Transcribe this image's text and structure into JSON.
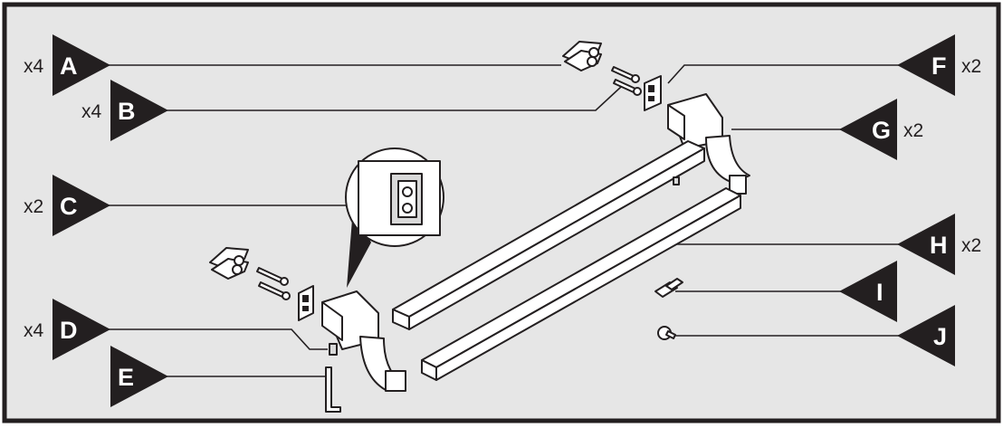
{
  "diagram": {
    "colors": {
      "frame": "#231f20",
      "background": "#e6e6e6",
      "marker": "#231f20",
      "text": "#231f20",
      "part_fill": "#ffffff"
    },
    "callouts": [
      {
        "letter": "A",
        "qty": "x4",
        "side": "left"
      },
      {
        "letter": "B",
        "qty": "x4",
        "side": "left"
      },
      {
        "letter": "C",
        "qty": "x2",
        "side": "left"
      },
      {
        "letter": "D",
        "qty": "x4",
        "side": "left"
      },
      {
        "letter": "E",
        "qty": "",
        "side": "left"
      },
      {
        "letter": "F",
        "qty": "x2",
        "side": "right"
      },
      {
        "letter": "G",
        "qty": "x2",
        "side": "right"
      },
      {
        "letter": "H",
        "qty": "x2",
        "side": "right"
      },
      {
        "letter": "I",
        "qty": "",
        "side": "right"
      },
      {
        "letter": "J",
        "qty": "",
        "side": "right"
      }
    ]
  }
}
